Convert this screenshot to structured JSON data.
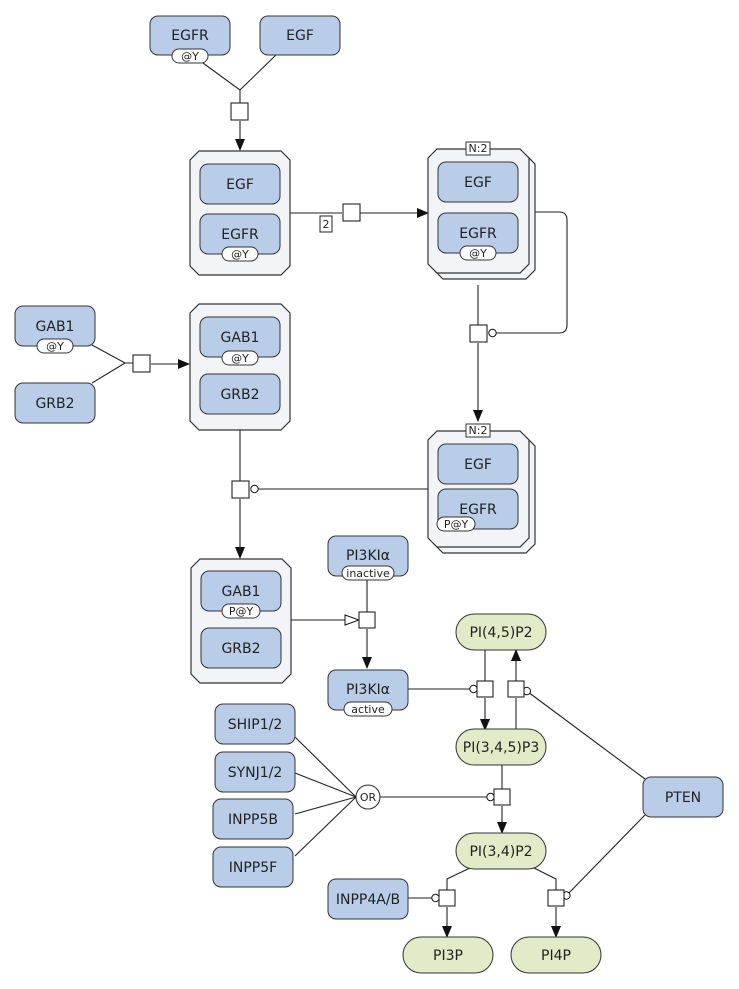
{
  "colors": {
    "macromolecule": "#b9cde9",
    "metabolite": "#e2eac7",
    "complex": "#f2f4f8",
    "stroke": "#333333"
  },
  "macromolecules": {
    "egfr_top": "EGFR",
    "egf_top": "EGF",
    "gab1_left": "GAB1",
    "grb2_left": "GRB2",
    "pi3k_inactive": "PI3KIα",
    "pi3k_active": "PI3KIα",
    "ship": "SHIP1/2",
    "synj": "SYNJ1/2",
    "inpp5b": "INPP5B",
    "inpp5f": "INPP5F",
    "inpp4": "INPP4A/B",
    "pten": "PTEN"
  },
  "state_vars": {
    "egfr_top": "@Y",
    "c1_egfr": "@Y",
    "c2_egfr": "@Y",
    "gab1_left": "@Y",
    "c3_gab1": "@Y",
    "c4_egfr": "P@Y",
    "c5_gab1": "P@Y",
    "pi3k_inactive": "inactive",
    "pi3k_active": "active"
  },
  "complexes": {
    "c1": [
      "EGF",
      "EGFR"
    ],
    "c2": [
      "EGF",
      "EGFR"
    ],
    "c3": [
      "GAB1",
      "GRB2"
    ],
    "c4": [
      "EGF",
      "EGFR"
    ],
    "c5": [
      "GAB1",
      "GRB2"
    ]
  },
  "multimer_label": "N:2",
  "stoichiometry": "2",
  "metabolites": {
    "pip2": "PI(4,5)P2",
    "pip3": "PI(3,4,5)P3",
    "pi34p2": "PI(3,4)P2",
    "pi3p": "PI3P",
    "pi4p": "PI4P"
  },
  "logic_operator": "OR"
}
